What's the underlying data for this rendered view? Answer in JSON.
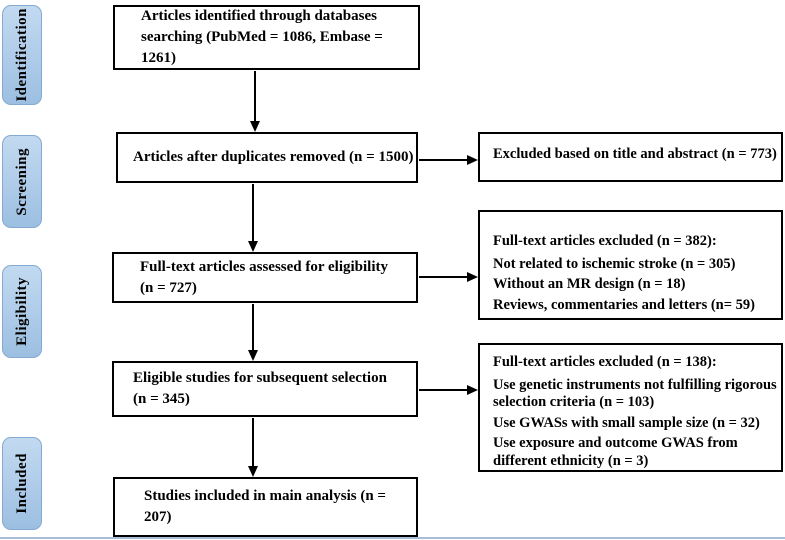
{
  "figure_title": "PRISMA study selection flow diagram",
  "sidebar": {
    "stages": [
      "Identification",
      "Screening",
      "Eligibility",
      "Included"
    ]
  },
  "flow_boxes": [
    {
      "name": "identified",
      "lines": [
        "Articles identified through databases",
        "searching (PubMed = 1086, Embase = 1261)"
      ]
    },
    {
      "name": "duplicates-removed",
      "lines": [
        "Articles after duplicates removed (n = 1500)"
      ]
    },
    {
      "name": "fulltext-assessed",
      "lines": [
        "Full-text articles assessed for eligibility",
        "(n = 727)"
      ]
    },
    {
      "name": "eligible-studies",
      "lines": [
        "Eligible studies for subsequent selection",
        "(n = 345)"
      ]
    },
    {
      "name": "included-main-analysis",
      "lines": [
        "Studies included in main analysis (n = 207)"
      ]
    }
  ],
  "exclusion_boxes": [
    {
      "name": "excluded-title-abstract",
      "title": "Excluded based on title and abstract (n = 773)",
      "items": []
    },
    {
      "name": "fulltext-excluded-382",
      "title": "Full-text articles excluded (n = 382):",
      "items": [
        "Not related to ischemic stroke (n = 305)",
        "Without an MR design (n = 18)",
        "Reviews, commentaries and letters (n= 59)"
      ]
    },
    {
      "name": "fulltext-excluded-138",
      "title": "Full-text articles excluded (n = 138):",
      "items": [
        "Use genetic instruments not fulfilling rigorous selection criteria (n = 103)",
        "Use GWASs with small sample size (n = 32)",
        "Use exposure and outcome GWAS from different ethnicity (n = 3)"
      ]
    }
  ],
  "colors": {
    "stage_fill": "#aecbe9",
    "stage_border": "#84aad2",
    "box_border": "#000000",
    "arrow": "#000000",
    "bottom_rule": "#a9bdd6"
  }
}
